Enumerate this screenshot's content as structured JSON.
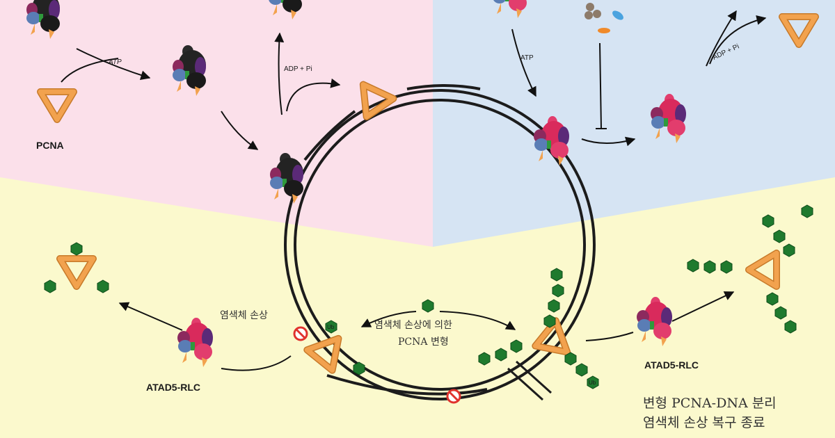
{
  "colors": {
    "pink_bg": "#fbe0ea",
    "blue_bg": "#d6e4f3",
    "yellow_bg": "#fbf9cd",
    "pcna": "#f2a24e",
    "ubiquitin": "#1f7a2e",
    "stop": "#e0322d",
    "dna": "#1c1c1c"
  },
  "labels": {
    "pcna": "PCNA",
    "atp_left": "ATP",
    "adp_pi_left": "ADP + Pi",
    "atp_right": "ATP",
    "adp_pi_right": "ADP + Pi",
    "atad5_left": "ATAD5-RLC",
    "atad5_right": "ATAD5-RLC",
    "chromosome_damage": "염색체 손상",
    "modification_line1": "염색체 손상에 의한",
    "modification_line2": "PCNA 변형",
    "ub": "Ub",
    "result_line1": "변형 PCNA-DNA 분리",
    "result_line2": "염색체 손상 복구 종료"
  }
}
